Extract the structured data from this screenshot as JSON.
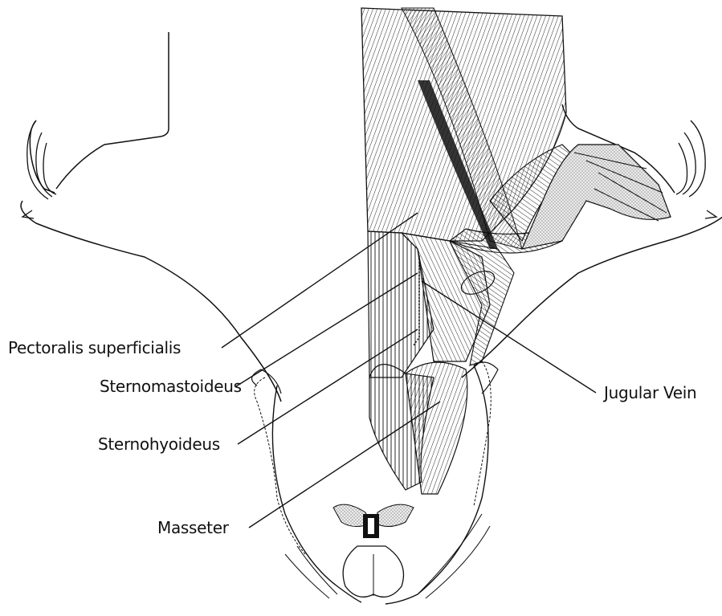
{
  "labels": {
    "pectoralis": "Pectoralis superficialis",
    "sternomastoideus": "Sternomastoideus",
    "sternohyoideus": "Sternohyoideus",
    "masseter": "Masseter",
    "jugular": "Jugular Vein"
  },
  "colors": {
    "ink": "#111111",
    "stipple": "#c9c9c9",
    "background": "#ffffff"
  }
}
